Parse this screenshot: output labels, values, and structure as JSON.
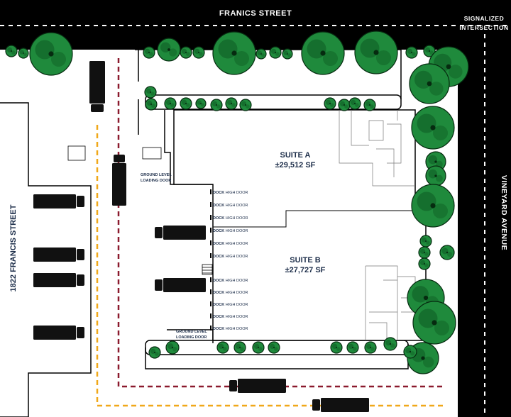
{
  "streets": {
    "top": "FRANICS STREET",
    "right": "VINEYARD AVENUE",
    "left_building": "1822 FRANCIS STREET",
    "intersection_line1": "SIGNALIZED",
    "intersection_line2": "INTERSECTION"
  },
  "suites": [
    {
      "name": "SUITE A",
      "area": "±29,512 SF"
    },
    {
      "name": "SUITE B",
      "area": "±27,727 SF"
    }
  ],
  "doors": {
    "dock_word": "DOCK",
    "dock_suffix": "HIGH DOOR",
    "dock_count": 11,
    "ground_upper_line1": "GROUND LEVEL",
    "ground_upper_line2": "LOADING DOOR",
    "ground_lower_line1": "GROUND LEVEL",
    "ground_lower_line2": "LOADING DOOR"
  },
  "colors": {
    "road": "#000000",
    "tree": "#1f8a3c",
    "tree_dark": "#0d5a22",
    "truck": "#111111",
    "route_red": "#8b1a2e",
    "route_orange": "#f0a81a",
    "label": "#1d2e4a"
  },
  "icons": {
    "tree": "tree-icon",
    "truck": "truck-icon"
  }
}
